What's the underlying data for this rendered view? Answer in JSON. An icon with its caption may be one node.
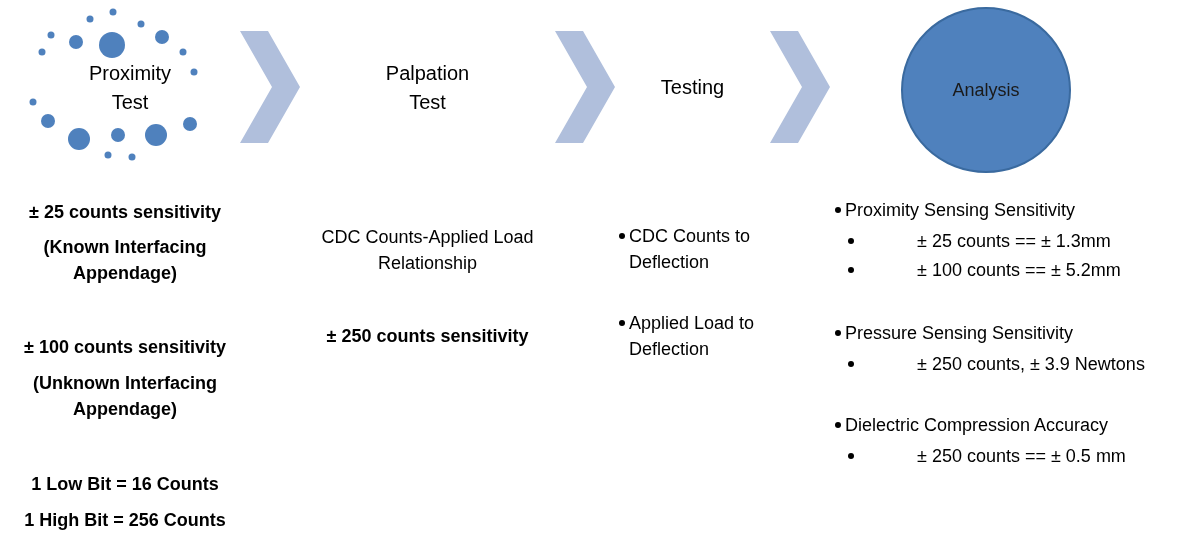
{
  "diagram": {
    "nodes": [
      {
        "text": [
          "Proximity Test"
        ]
      },
      {
        "text": [
          "Palpation Test"
        ]
      },
      {
        "text": [
          "Testing"
        ]
      },
      {
        "text": [
          "Analysis"
        ]
      }
    ],
    "edges": [
      {
        "from": 0,
        "to": 1,
        "arrow": "to"
      },
      {
        "from": 1,
        "to": 2,
        "arrow": "to"
      },
      {
        "from": 2,
        "to": 3,
        "arrow": "to"
      }
    ],
    "labels": [
      "± 25 counts sensitivity",
      "(Known Interfacing Appendage)",
      "± 100 counts sensitivity",
      "(Unknown Interfacing Appendage)",
      "1 Low Bit = 16 Counts",
      "1 High Bit = 256 Counts",
      "CDC Counts-Applied Load Relationship",
      "± 250 counts sensitivity",
      "CDC Counts to Deflection",
      "Applied Load to Deflection",
      "Proximity Sensing Sensitivity",
      "± 25 counts == ± 1.3mm",
      "± 100 counts == ± 5.2mm",
      "Pressure Sensing Sensitivity",
      "± 250 counts, ± 3.9 Newtons",
      "Dielectric Compression Accuracy",
      "± 250 counts == ± 0.5 mm"
    ]
  }
}
